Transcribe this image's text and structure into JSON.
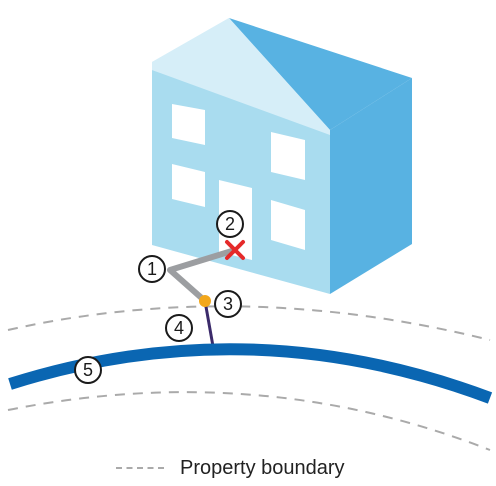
{
  "markers": [
    {
      "id": "marker-1",
      "label": "1"
    },
    {
      "id": "marker-2",
      "label": "2"
    },
    {
      "id": "marker-3",
      "label": "3"
    },
    {
      "id": "marker-4",
      "label": "4"
    },
    {
      "id": "marker-5",
      "label": "5"
    }
  ],
  "legend": {
    "property_boundary_label": "Property boundary"
  },
  "colors": {
    "house_front": "#a9dcef",
    "house_side": "#58b2e2",
    "roof_front": "#d6eef8",
    "window": "#ffffff",
    "main_pipe": "#0a66b2",
    "service_pipe": "#9c9ea1",
    "connection_pipe": "#3b2a6a",
    "stopcock_cross": "#e52a2a",
    "junction_dot": "#f2a71b",
    "boundary_dash": "#aaaaaa",
    "outline": "#1a1a1a"
  }
}
